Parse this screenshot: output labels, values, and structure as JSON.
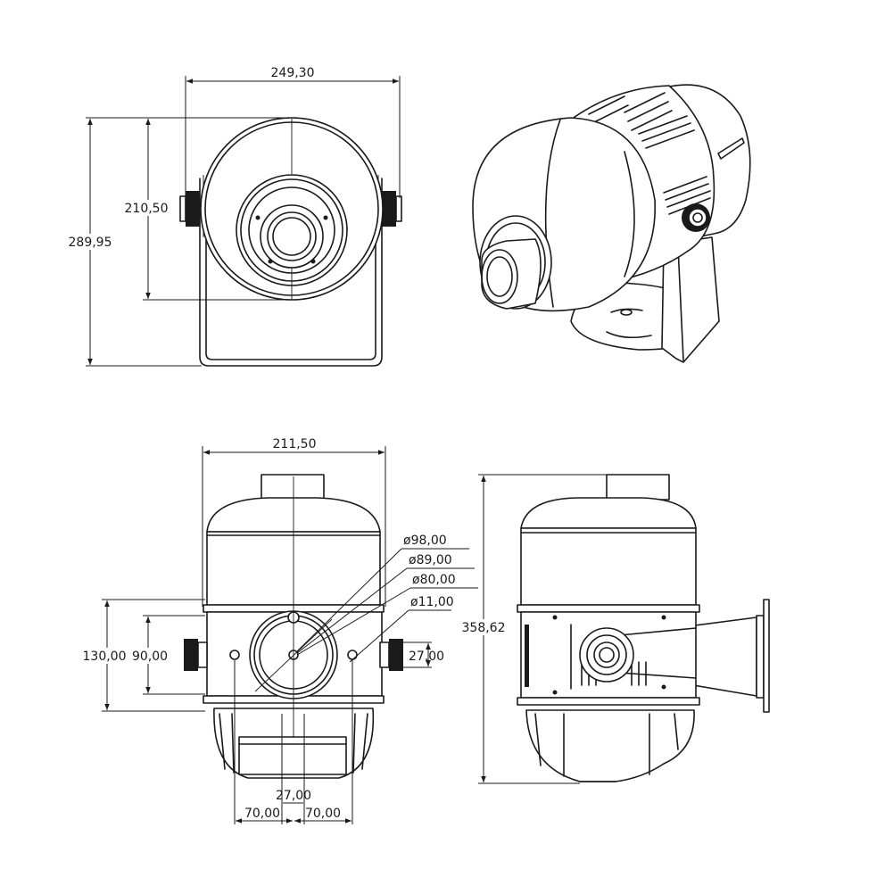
{
  "dimensions": {
    "front_width": "249,30",
    "front_inner_height": "210,50",
    "front_total_height": "289,95",
    "bottom_width": "211,50",
    "dia_98": "ø98,00",
    "dia_89": "ø89,00",
    "dia_80": "ø80,00",
    "dia_11": "ø11,00",
    "height_130": "130,00",
    "height_90": "90,00",
    "side_27": "27,00",
    "bottom_27": "27,00",
    "span_70_left": "70,00",
    "span_70_right": "70,00",
    "side_height": "358,62"
  },
  "colors": {
    "line": "#1a1a1a",
    "background": "#ffffff"
  }
}
